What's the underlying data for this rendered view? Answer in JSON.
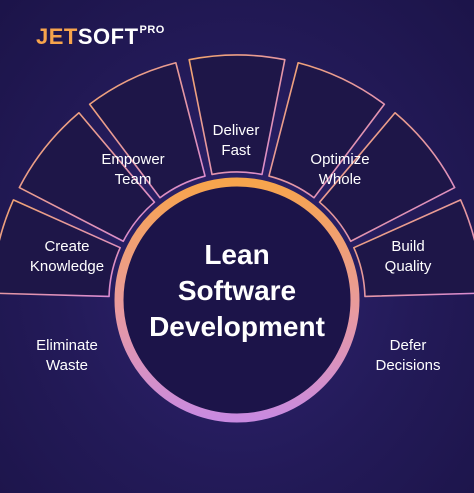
{
  "brand": {
    "part1": "JET",
    "part2": "SOFT",
    "suffix": "PRO"
  },
  "center": {
    "line1": "Lean",
    "line2": "Software",
    "line3": "Development"
  },
  "segments": [
    {
      "line1": "Eliminate",
      "line2": "Waste"
    },
    {
      "line1": "Create",
      "line2": "Knowledge"
    },
    {
      "line1": "Empower",
      "line2": "Team"
    },
    {
      "line1": "Deliver",
      "line2": "Fast"
    },
    {
      "line1": "Optimize",
      "line2": "Whole"
    },
    {
      "line1": "Build",
      "line2": "Quality"
    },
    {
      "line1": "Defer",
      "line2": "Decisions"
    }
  ],
  "colors": {
    "background": "#241a55",
    "accent_orange": "#f7a44c",
    "accent_pink": "#d98ad6",
    "segment_fill": "#1e1648",
    "ring_inner": "#1c1449"
  }
}
